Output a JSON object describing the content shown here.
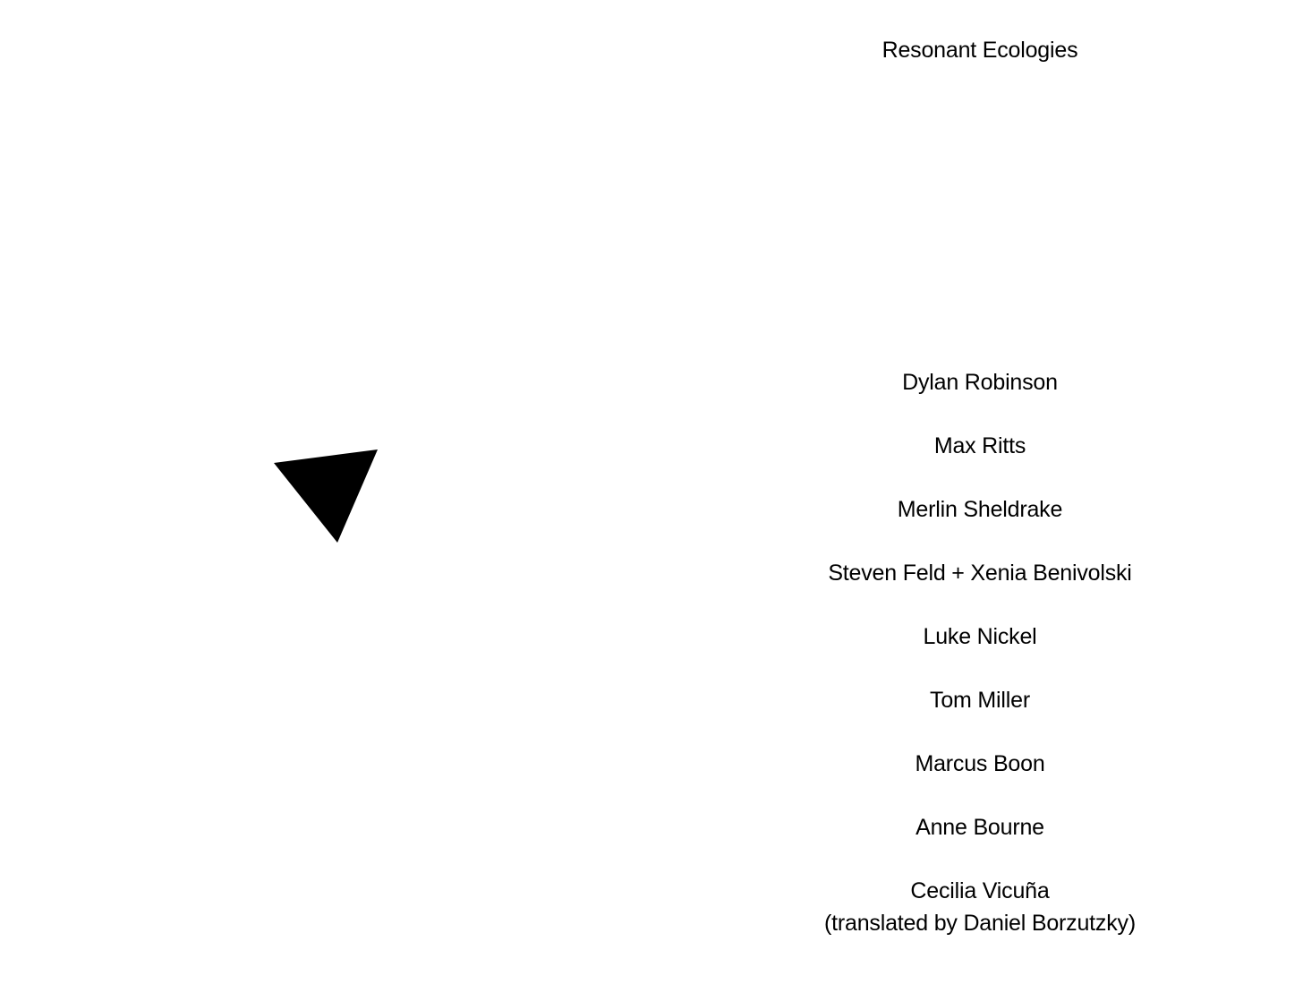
{
  "site": {
    "title": "Resonant Ecologies"
  },
  "player": {
    "icon": "play-triangle-icon",
    "color": "#000000"
  },
  "contributors": [
    {
      "name": "Dylan Robinson"
    },
    {
      "name": "Max Ritts"
    },
    {
      "name": "Merlin Sheldrake"
    },
    {
      "name": "Steven Feld + Xenia Benivolski"
    },
    {
      "name": "Luke Nickel"
    },
    {
      "name": "Tom Miller"
    },
    {
      "name": "Marcus Boon"
    },
    {
      "name": "Anne Bourne"
    },
    {
      "name": "Cecilia Vicuña",
      "note": "(translated by Daniel Borzutzky)"
    }
  ]
}
